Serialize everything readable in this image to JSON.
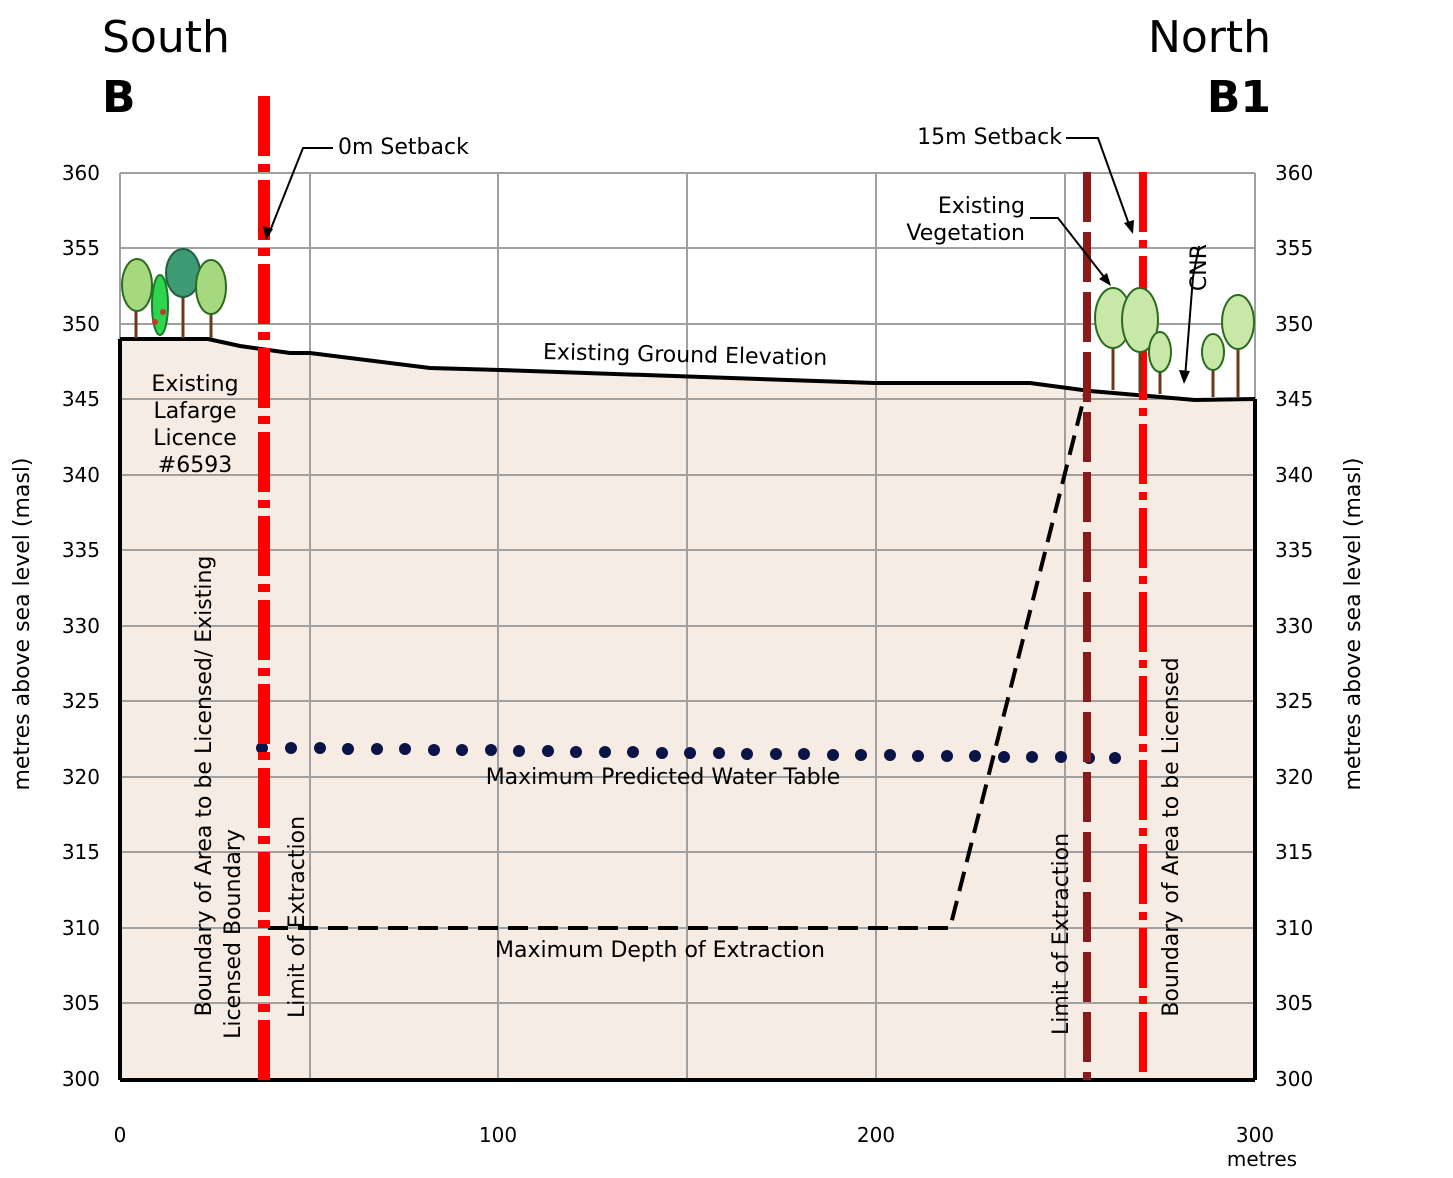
{
  "header": {
    "left_direction": "South",
    "left_section": "B",
    "right_direction": "North",
    "right_section": "B1"
  },
  "axes": {
    "y_label_left": "metres above sea level (masl)",
    "y_label_right": "metres above sea level (masl)",
    "x_unit": "metres",
    "y_ticks": [
      "360",
      "355",
      "350",
      "345",
      "340",
      "335",
      "330",
      "325",
      "320",
      "315",
      "310",
      "305",
      "300"
    ],
    "x_ticks": [
      "0",
      "100",
      "200",
      "300"
    ]
  },
  "labels": {
    "existing_licence": [
      "Existing",
      "Lafarge",
      "Licence",
      "#6593"
    ],
    "ground_elevation": "Existing Ground Elevation",
    "water_table": "Maximum Predicted Water Table",
    "depth_of_extraction": "Maximum Depth of Extraction",
    "setback_0m": "0m Setback",
    "setback_15m": "15m Setback",
    "existing_vegetation": [
      "Existing",
      "Vegetation"
    ],
    "cnr": "CNR",
    "south_boundary": [
      "Boundary of Area to be Licensed/ Existing",
      "Licensed Boundary"
    ],
    "limit_south": "Limit of Extraction",
    "limit_north": "Limit of Extraction",
    "north_boundary": "Boundary of Area to be Licensed"
  },
  "colors": {
    "ground_fill": "#f7ece4",
    "boundary_red": "#ff0000",
    "limit_darkred": "#8b1a1a",
    "water_dots": "#0b1447",
    "grid": "#a0a0a0",
    "tree_green": "#9cd67a",
    "tree_dark": "#2f8f5f"
  }
}
